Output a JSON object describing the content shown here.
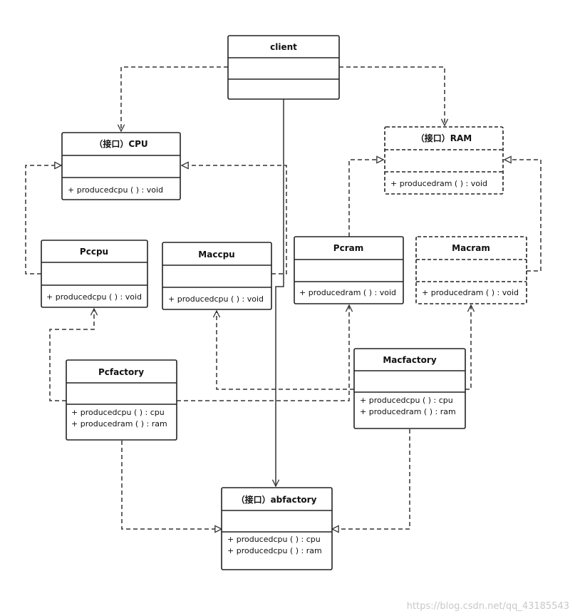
{
  "classes": {
    "client": {
      "title": "client",
      "methods": []
    },
    "cpu": {
      "title": "（接口）CPU",
      "methods": [
        "+ producedcpu ( )  :  void"
      ]
    },
    "ram": {
      "title": "（接口）RAM",
      "methods": [
        "+ producedram ( )  :  void"
      ]
    },
    "pccpu": {
      "title": "Pccpu",
      "methods": [
        "+ producedcpu ( )  :  void"
      ]
    },
    "maccpu": {
      "title": "Maccpu",
      "methods": [
        "+ producedcpu ( )  :  void"
      ]
    },
    "pcram": {
      "title": "Pcram",
      "methods": [
        "+ producedram ( )  :  void"
      ]
    },
    "macram": {
      "title": "Macram",
      "methods": [
        "+ producedram ( )  :  void"
      ]
    },
    "pcfactory": {
      "title": "Pcfactory",
      "methods": [
        "+ producedcpu ( )  :  cpu",
        "+ producedram ( )  :  ram"
      ]
    },
    "macfactory": {
      "title": "Macfactory",
      "methods": [
        "+ producedcpu ( )  :  cpu",
        "+ producedram ( )  :  ram"
      ]
    },
    "abfactory": {
      "title": "（接口）abfactory",
      "methods": [
        "+ producedcpu ( )  :  cpu",
        "+ producedcpu ( )  :  ram"
      ]
    }
  },
  "watermark": "https://blog.csdn.net/qq_43185543"
}
